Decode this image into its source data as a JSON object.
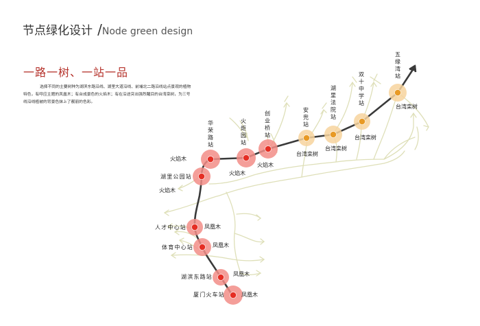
{
  "header": {
    "title_cn": "节点绿化设计",
    "separator": "/",
    "title_en": "Node green design"
  },
  "slogan": "一路一树、一站一品",
  "description": "选择不同的主要树种为湖滨东路沿线、湖里大道沿线、前埔北二路沿线站点景观的植物特色，有呼应主题的凤凰木；有台成景色的火焰木；有在沿途突出强烈醒目的台湾栾树，为三号线沿线植被的背景色抹上了靓丽的色彩。",
  "colors": {
    "line": "#3a3a3a",
    "red_station": "#e52e24",
    "red_halo": "#f28d87",
    "orange_station": "#e89a25",
    "orange_halo": "#f7d39d",
    "green_network": "#dedfb8",
    "slogan": "#b5322b"
  },
  "stations": [
    {
      "name": "厦门火车站",
      "tree": "凤凰木"
    },
    {
      "name": "湖滨东路站",
      "tree": "凤凰木"
    },
    {
      "name": "体育中心站",
      "tree": "凤凰木"
    },
    {
      "name": "人才中心站",
      "tree": "凤凰木"
    },
    {
      "name": "湖里公园站",
      "tree": "火焰木"
    },
    {
      "name": "华荣路站",
      "tree": "火焰木"
    },
    {
      "name": "火炬园站",
      "tree": "火焰木"
    },
    {
      "name": "创业桥站",
      "tree": "火焰木"
    },
    {
      "name": "安兜站",
      "tree": "台湾栾树"
    },
    {
      "name": "湖里法院站",
      "tree": "台湾栾树"
    },
    {
      "name": "双十中学站",
      "tree": "台湾栾树"
    },
    {
      "name": "五缘湾站",
      "tree": "台湾栾树"
    }
  ]
}
